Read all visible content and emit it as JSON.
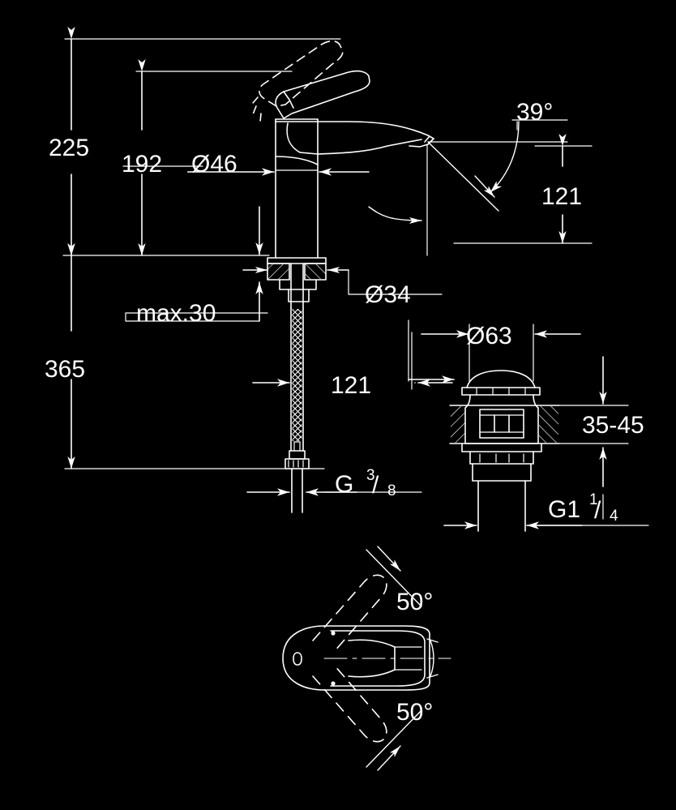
{
  "drawing": {
    "title": "Single-lever basin mixer dimensional drawing",
    "units": "mm",
    "line_color": "#ffffff",
    "background_color": "#000000"
  },
  "dimensions": {
    "total_height": "225",
    "spout_height": "192",
    "body_diameter": "Ø46",
    "spout_angle": "39°",
    "spout_projection": "121",
    "shank_diameter": "Ø34",
    "max_thickness": "max.30",
    "supply_length": "365",
    "hose_length": "121",
    "supply_thread_prefix": "G",
    "supply_thread_num": "3",
    "supply_thread_den": "8",
    "drain_cap_diameter": "Ø63",
    "drain_basin_thickness": "35-45",
    "drain_thread_prefix": "G1",
    "drain_thread_num": "1",
    "drain_thread_den": "4",
    "swivel_left": "50°",
    "swivel_right": "50°"
  },
  "views": {
    "elevation": "front elevation of mixer with supply hose",
    "drain": "pop-up waste section detail",
    "plan": "top view showing swivel range"
  }
}
